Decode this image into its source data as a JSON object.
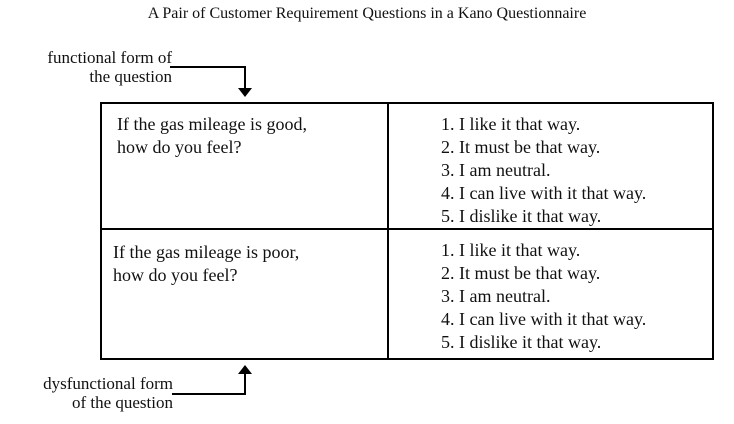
{
  "title": "A Pair of Customer Requirement Questions in a Kano Questionnaire",
  "labels": {
    "functional": [
      "functional form of",
      "the question"
    ],
    "dysfunctional": [
      "dysfunctional form",
      "of the question"
    ]
  },
  "rows": [
    {
      "question": [
        "If the gas mileage is good,",
        "how do you feel?"
      ],
      "answers": [
        "1.  I like it that way.",
        "2.  It must be that way.",
        "3.  I am neutral.",
        "4.  I can live with it that way.",
        "5.  I dislike it that way."
      ]
    },
    {
      "question": [
        "If the gas mileage is poor,",
        "how do you feel?"
      ],
      "answers": [
        "1.  I like it that way.",
        "2.  It must be that way.",
        "3.  I am neutral.",
        "4.  I can live with it that way.",
        "5.  I dislike it that way."
      ]
    }
  ]
}
